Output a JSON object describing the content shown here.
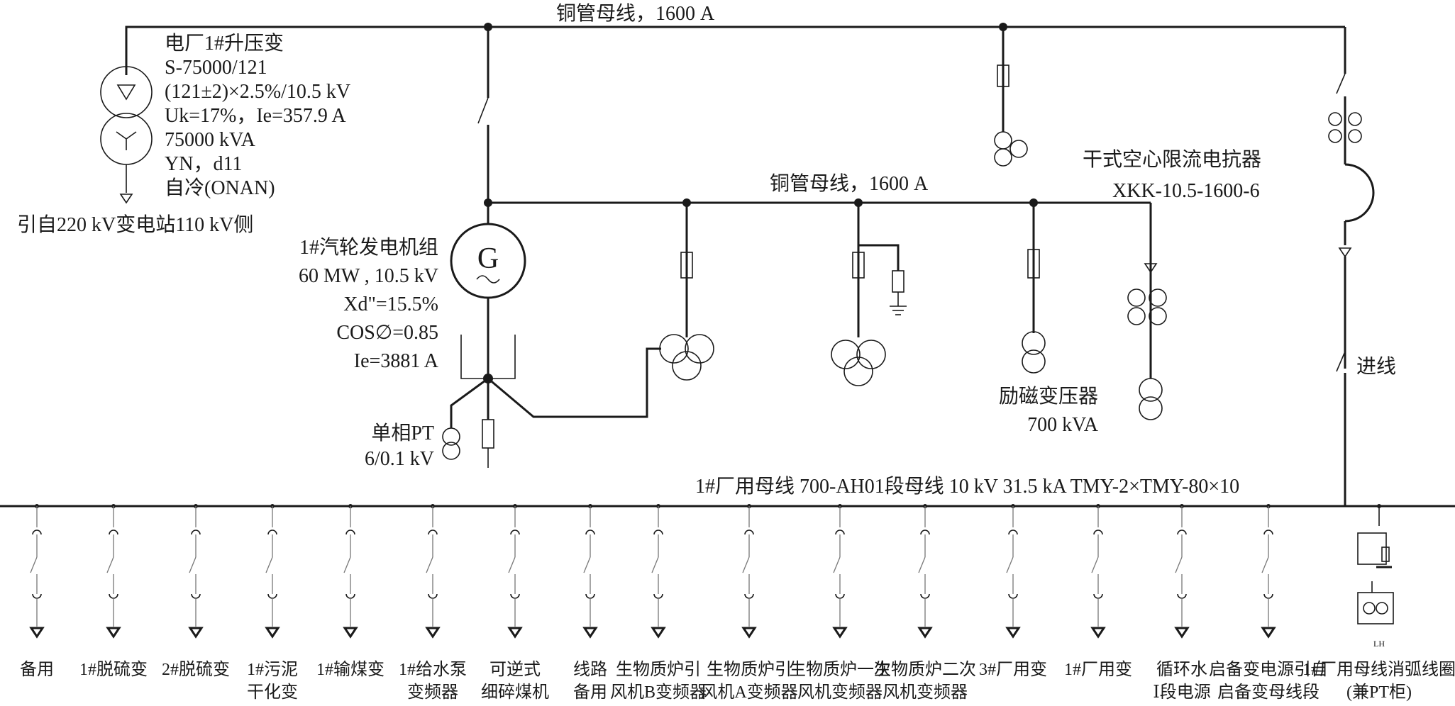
{
  "buses": {
    "top": "铜管母线，1600 A",
    "mid": "铜管母线，1600 A",
    "main": "1#厂用母线 700-AH01段母线 10 kV 31.5 kA TMY-2×TMY-80×10"
  },
  "transformer": {
    "lines": [
      "电厂1#升压变",
      "S-75000/121",
      "(121±2)×2.5%/10.5 kV",
      "Uk=17%，Ie=357.9 A",
      "75000 kVA",
      "YN，d11",
      "自冷(ONAN)"
    ],
    "source": "引自220 kV变电站110 kV侧"
  },
  "generator": {
    "symbol": "G",
    "lines": [
      "1#汽轮发电机组",
      "60 MW , 10.5 kV",
      "Xd\"=15.5%",
      "COS∅=0.85",
      "Ie=3881 A"
    ]
  },
  "pt": {
    "lines": [
      "单相PT",
      "6/0.1 kV"
    ]
  },
  "reactor": {
    "lines": [
      "干式空心限流电抗器",
      "XKK-10.5-1600-6"
    ]
  },
  "excitation": {
    "lines": [
      "励磁变压器",
      "700 kVA"
    ]
  },
  "incoming": "进线",
  "feeders": [
    [
      "备用"
    ],
    [
      "1#脱硫变"
    ],
    [
      "2#脱硫变"
    ],
    [
      "1#污泥",
      "干化变"
    ],
    [
      "1#输煤变"
    ],
    [
      "1#给水泵",
      "变频器"
    ],
    [
      "可逆式",
      "细碎煤机"
    ],
    [
      "线路",
      "备用"
    ],
    [
      "生物质炉引",
      "风机B变频器"
    ],
    [
      "生物质炉引",
      "风机A变频器"
    ],
    [
      "生物质炉一次",
      "风机变频器"
    ],
    [
      "生物质炉二次",
      "风机变频器"
    ],
    [
      "3#厂用变"
    ],
    [
      "1#厂用变"
    ],
    [
      "循环水",
      "Ⅰ段电源"
    ],
    [
      "启备变电源引自",
      "启备变母线段"
    ],
    [
      "1#厂用母线消弧线圈",
      "(兼PT柜)"
    ]
  ],
  "pt_cabinet_tag": "LH"
}
